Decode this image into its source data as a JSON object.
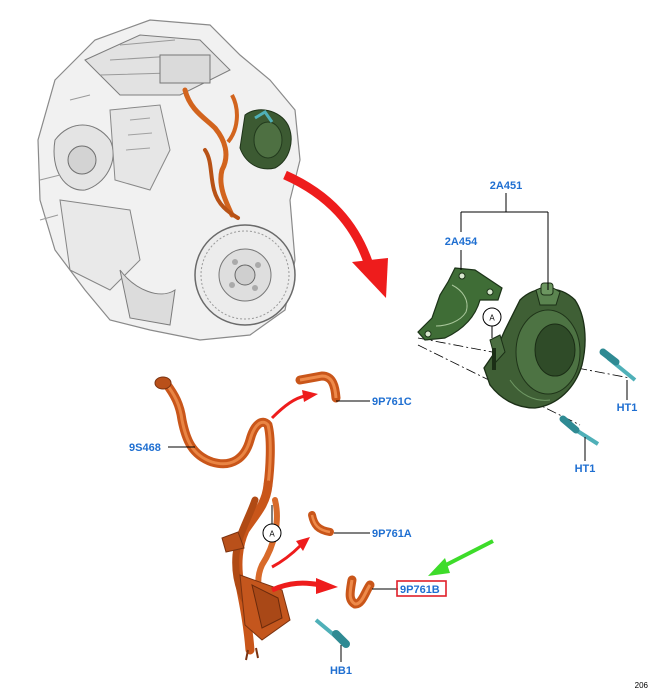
{
  "figure_id": "206",
  "callouts": {
    "vacuum_pump": "2A451",
    "gasket": "2A454",
    "bolt_upper": "HT1",
    "bolt_lower": "HT1",
    "vacuum_hose_main": "9S468",
    "hose_c": "9P761C",
    "hose_a": "9P761A",
    "hose_b": "9P761B",
    "bolt_hose": "HB1"
  },
  "view_markers": {
    "pump_marker": "A",
    "hose_marker": "A"
  },
  "colors": {
    "callout_text": "#1f6fd1",
    "hose_orange": "#d2641e",
    "pump_green": "#3c5a32",
    "highlight_box": "#e0202a",
    "arrow_red": "#ee1c1c",
    "arrow_green": "#3ddc2a",
    "bolt_teal": "#4fb0b8"
  }
}
